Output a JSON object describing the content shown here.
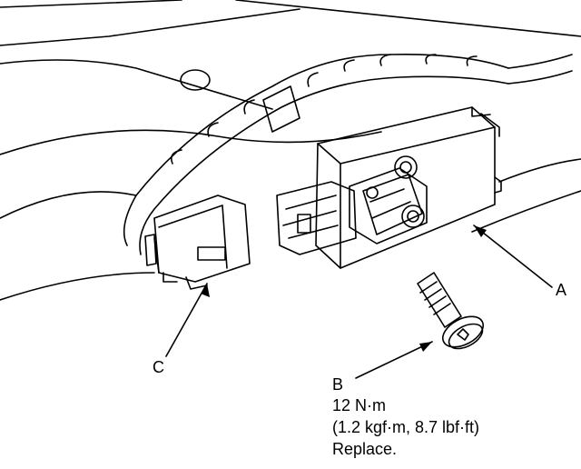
{
  "callouts": {
    "a": "A",
    "b": "B",
    "c": "C",
    "b_torque": "12 N·m",
    "b_torque_alt": "(1.2 kgf·m, 8.7 lbf·ft)",
    "b_note": "Replace."
  }
}
